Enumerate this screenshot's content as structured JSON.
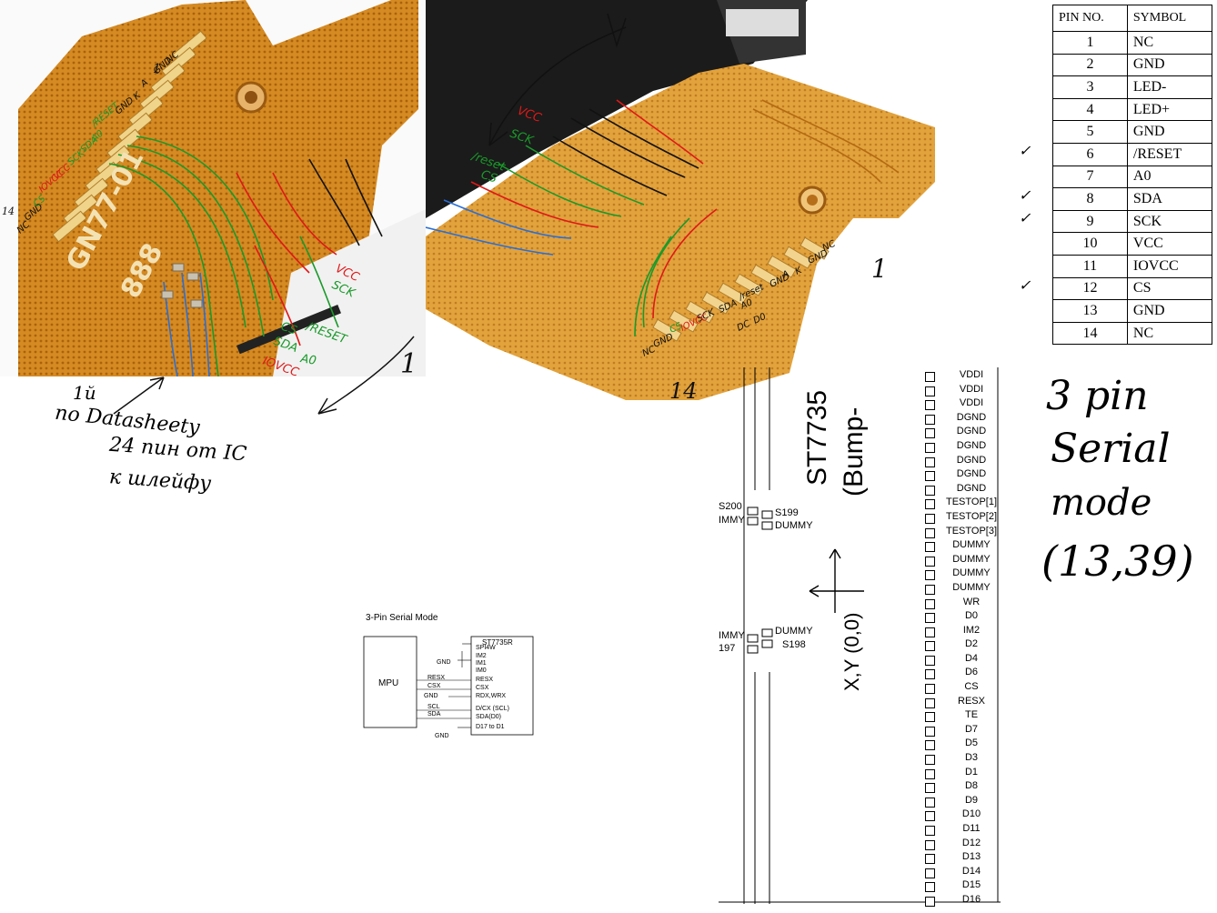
{
  "photo_left": {
    "pin_labels": [
      "NC",
      "GND",
      "A",
      "K",
      "GND",
      "/RESET",
      "A0",
      "SDA",
      "SCK",
      "VCC",
      "IOVCC",
      "CS",
      "GND",
      "NC"
    ],
    "chip_text": [
      "GN77-01",
      "888"
    ],
    "pin_numbers": [
      "1",
      "14"
    ],
    "wire_labels": [
      "VCC",
      "SCK",
      "/RESET",
      "CS",
      "SDA",
      "A0",
      "IOVCC"
    ],
    "arrow_number": "1"
  },
  "photo_right": {
    "left_labels": [
      "VCC",
      "SCK",
      "/reset",
      "CS"
    ],
    "pin_labels": [
      "NC",
      "GND",
      "K",
      "A",
      "GND",
      "/reset",
      "A0",
      "SDA",
      "SCK",
      "CS",
      "IOVCC",
      "GND",
      "NC"
    ],
    "extra_labels": [
      "D0",
      "DC"
    ],
    "pin_numbers": [
      "1",
      "14"
    ]
  },
  "pin_table": {
    "headers": [
      "PIN NO.",
      "SYMBOL"
    ],
    "rows": [
      {
        "num": "1",
        "sym": "NC",
        "check": ""
      },
      {
        "num": "2",
        "sym": "GND",
        "check": ""
      },
      {
        "num": "3",
        "sym": "LED-",
        "check": ""
      },
      {
        "num": "4",
        "sym": "LED+",
        "check": ""
      },
      {
        "num": "5",
        "sym": "GND",
        "check": ""
      },
      {
        "num": "6",
        "sym": "/RESET",
        "check": "✓"
      },
      {
        "num": "7",
        "sym": "A0",
        "check": ""
      },
      {
        "num": "8",
        "sym": "SDA",
        "check": "✓"
      },
      {
        "num": "9",
        "sym": "SCK",
        "check": "✓"
      },
      {
        "num": "10",
        "sym": "VCC",
        "check": ""
      },
      {
        "num": "11",
        "sym": "IOVCC",
        "check": ""
      },
      {
        "num": "12",
        "sym": "CS",
        "check": "✓"
      },
      {
        "num": "13",
        "sym": "GND",
        "check": ""
      },
      {
        "num": "14",
        "sym": "NC",
        "check": ""
      }
    ]
  },
  "handwritten_note": {
    "arrow_label": "1й",
    "lines": [
      "по Datasheety",
      "24 пин от IC",
      "к шлейфу"
    ]
  },
  "serial_diagram": {
    "title": "3-Pin Serial Mode",
    "mpu_label": "MPU",
    "chip_label": "ST7735R",
    "chip_pins": [
      "SPI4W",
      "IM2",
      "IM1",
      "IM0",
      "RESX",
      "CSX",
      "RDX,WRX",
      "D/CX (SCL)",
      "SDA(D0)",
      "D17 to D1"
    ],
    "wire_labels": [
      "GND",
      "RESX",
      "CSX",
      "GND",
      "SCL",
      "SDA",
      "GND"
    ]
  },
  "die_diagram": {
    "chip_title": "ST7735",
    "chip_subtitle": "(Bump-",
    "origin_label": "X,Y (0,0)",
    "left_labels": [
      "S200",
      "IMMY",
      "S199",
      "DUMMY",
      "IMMY",
      "197",
      "DUMMY",
      "S198"
    ],
    "pads": [
      "VDDI",
      "VDDI",
      "VDDI",
      "DGND",
      "DGND",
      "DGND",
      "DGND",
      "DGND",
      "DGND",
      "TESTOP[1]",
      "TESTOP[2]",
      "TESTOP[3]",
      "DUMMY",
      "DUMMY",
      "DUMMY",
      "DUMMY",
      "WR",
      "D0",
      "IM2",
      "D2",
      "D4",
      "D6",
      "CS",
      "RESX",
      "TE",
      "D7",
      "D5",
      "D3",
      "D1",
      "D8",
      "D9",
      "D10",
      "D11",
      "D12",
      "D13",
      "D14",
      "D15",
      "D16"
    ]
  },
  "handwritten_mode": {
    "lines": [
      "3 pin",
      "Serial",
      "mode",
      "(13,39)"
    ]
  },
  "colors": {
    "flex_orange": "#d9912a",
    "flex_dark": "#b86e12",
    "ink_red": "#e01818",
    "ink_green": "#1a9a2a",
    "ink_blue": "#2a6fd6",
    "ink_black": "#111111"
  }
}
